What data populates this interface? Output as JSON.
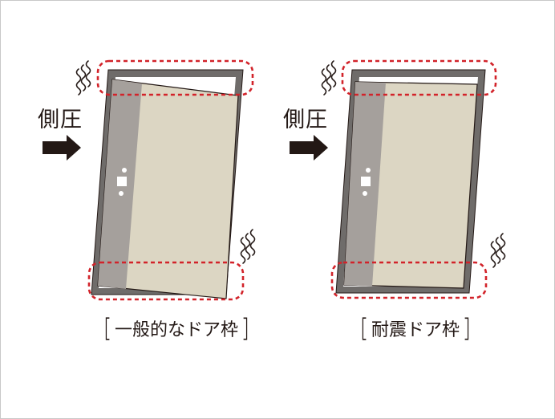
{
  "left_panel": {
    "pressure_label": "側圧",
    "caption": "一般的なドア枠",
    "bracket_open": "［",
    "bracket_close": "］"
  },
  "right_panel": {
    "pressure_label": "側圧",
    "caption": "耐震ドア枠",
    "bracket_open": "［",
    "bracket_close": "］"
  },
  "colors": {
    "frame": "#6f6c6a",
    "door_face": "#dcd6c3",
    "door_shadow": "#a5a09c",
    "highlight_box": "#d2232a",
    "text": "#231815"
  },
  "icons": [
    "arrow-right-icon",
    "vibration-icon",
    "door-handle-icon"
  ]
}
